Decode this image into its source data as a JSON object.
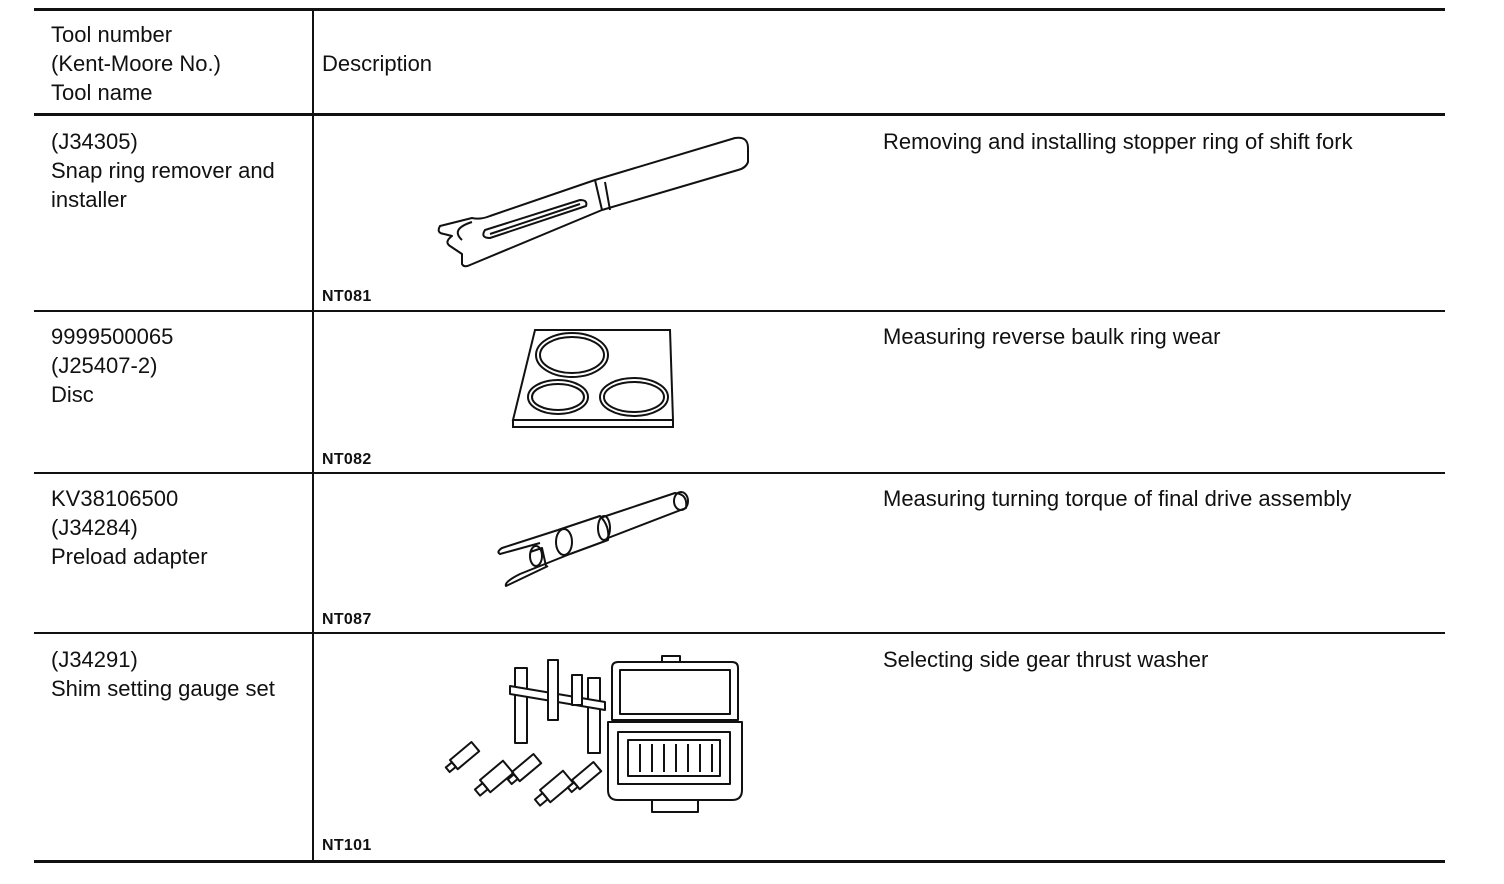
{
  "header": {
    "tool_col": [
      "Tool number",
      "(Kent-Moore No.)",
      "Tool name"
    ],
    "desc_col": "Description"
  },
  "rows": [
    {
      "tool_lines": [
        "(J34305)",
        "Snap ring remover and",
        "installer"
      ],
      "figure_code": "NT081",
      "description": "Removing and installing stopper ring of shift fork"
    },
    {
      "tool_lines": [
        "9999500065",
        "(J25407-2)",
        "Disc"
      ],
      "figure_code": "NT082",
      "description": "Measuring reverse baulk ring wear"
    },
    {
      "tool_lines": [
        "KV38106500",
        "(J34284)",
        "Preload adapter"
      ],
      "figure_code": "NT087",
      "description": "Measuring turning torque of final drive assembly"
    },
    {
      "tool_lines": [
        "(J34291)",
        "Shim setting gauge set"
      ],
      "figure_code": "NT101",
      "description": "Selecting side gear thrust washer"
    }
  ]
}
